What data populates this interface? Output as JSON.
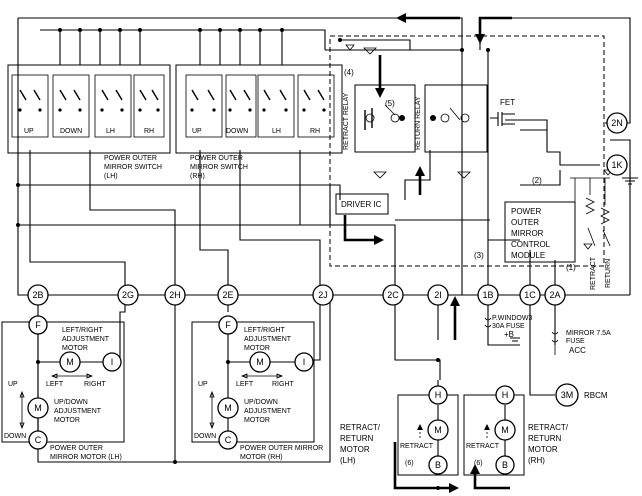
{
  "connectors": {
    "c2N": "2N",
    "c1K": "1K",
    "c2B": "2B",
    "c2G": "2G",
    "c2H": "2H",
    "c2E": "2E",
    "c2J": "2J",
    "c2C": "2C",
    "c2I": "2I",
    "c1B": "1B",
    "c1C": "1C",
    "c2A": "2A",
    "lhF": "F",
    "lhI": "I",
    "lhC": "C",
    "rhF": "F",
    "rhI": "I",
    "rhC": "C",
    "mH1": "H",
    "mH2": "H",
    "mB1": "B",
    "mB2": "B",
    "m3M": "3M"
  },
  "switch_lh": {
    "labels": [
      "UP",
      "DOWN",
      "LH",
      "RH"
    ],
    "name_line1": "POWER OUTER",
    "name_line2": "MIRROR SWITCH",
    "name_line3": "(LH)"
  },
  "switch_rh": {
    "labels": [
      "UP",
      "DOWN",
      "LH",
      "RH"
    ],
    "name_line1": "POWER OUTER",
    "name_line2": "MIRROR SWITCH",
    "name_line3": "(RH)"
  },
  "relays": {
    "retract": "RETRACT RELAY",
    "return": "RETURN RELAY",
    "fet": "FET"
  },
  "driver_ic": "DRIVER IC",
  "module": {
    "line1": "POWER",
    "line2": "OUTER",
    "line3": "MIRROR",
    "line4": "CONTROL",
    "line5": "MODULE"
  },
  "callouts": {
    "n1": "(1)",
    "n2": "(2)",
    "n3": "(3)",
    "n4": "(4)",
    "n5": "(5)",
    "n6a": "(6)",
    "n6b": "(6)"
  },
  "switch_inputs": {
    "retract": "RETRACT",
    "return": "RETURN"
  },
  "fuse_pwindow": {
    "line1": "P.WINDOW3",
    "line2": "30A FUSE",
    "line3": "+B"
  },
  "fuse_mirror": {
    "line1": "MIRROR 7.5A",
    "line2": "FUSE",
    "line3": "ACC"
  },
  "rbcm": "RBCM",
  "motor_lh": {
    "lr_line1": "LEFT/RIGHT",
    "lr_line2": "ADJUSTMENT",
    "lr_line3": "MOTOR",
    "m": "M",
    "left": "LEFT",
    "right": "RIGHT",
    "up": "UP",
    "down": "DOWN",
    "ud_line1": "UP/DOWN",
    "ud_line2": "ADJUSTMENT",
    "ud_line3": "MOTOR",
    "name_line1": "POWER OUTER",
    "name_line2": "MIRROR MOTOR (LH)"
  },
  "motor_rh": {
    "lr_line1": "LEFT/RIGHT",
    "lr_line2": "ADJUSTMENT",
    "lr_line3": "MOTOR",
    "m": "M",
    "left": "LEFT",
    "right": "RIGHT",
    "up": "UP",
    "down": "DOWN",
    "ud_line1": "UP/DOWN",
    "ud_line2": "ADJUSTMENT",
    "ud_line3": "MOTOR",
    "name_line1": "POWER OUTER MIRROR",
    "name_line2": "MOTOR (RH)"
  },
  "retract_lh": {
    "line1": "RETRACT/",
    "line2": "RETURN",
    "line3": "MOTOR",
    "line4": "(LH)",
    "inner": "RETRACT",
    "m": "M"
  },
  "retract_rh": {
    "line1": "RETRACT/",
    "line2": "RETURN",
    "line3": "MOTOR",
    "line4": "(RH)",
    "inner": "RETRACT",
    "m": "M"
  }
}
